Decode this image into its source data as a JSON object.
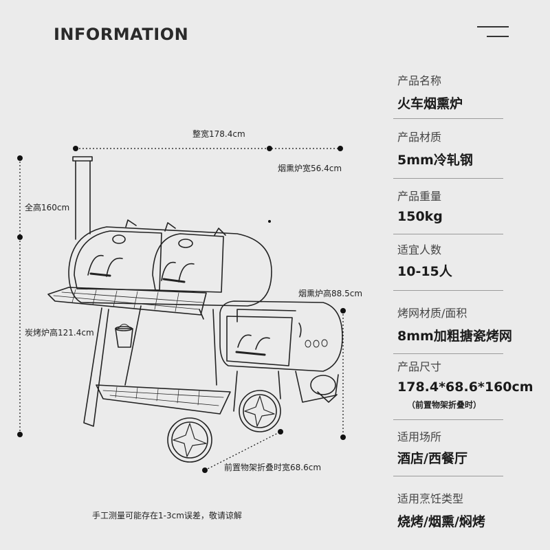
{
  "header": {
    "title": "INFORMATION"
  },
  "dimensions": {
    "overall_width": "整宽178.4cm",
    "smoker_width": "烟熏炉宽56.4cm",
    "total_height": "全高160cm",
    "smoker_height": "烟熏炉高88.5cm",
    "grill_height": "炭烤炉高121.4cm",
    "folded_width": "前置物架折叠时宽68.6cm"
  },
  "note": "手工测量可能存在1-3cm误差，敬请谅解",
  "specs": [
    {
      "label": "产品名称",
      "value": "火车烟熏炉"
    },
    {
      "label": "产品材质",
      "value": "5mm冷轧钢"
    },
    {
      "label": "产品重量",
      "value": "150kg"
    },
    {
      "label": "适宜人数",
      "value": "10-15人"
    },
    {
      "label": "烤网材质/面积",
      "value": "8mm加粗搪瓷烤网"
    },
    {
      "label": "产品尺寸",
      "value": "178.4*68.6*160cm",
      "sub": "（前置物架折叠时）"
    },
    {
      "label": "适用场所",
      "value": "酒店/西餐厅"
    },
    {
      "label": "适用烹饪类型",
      "value": "烧烤/烟熏/焖烤"
    }
  ],
  "icons": {
    "menu": "menu-icon"
  },
  "colors": {
    "background": "#ebebeb",
    "ink": "#222222",
    "divider": "#9a9a9a"
  }
}
